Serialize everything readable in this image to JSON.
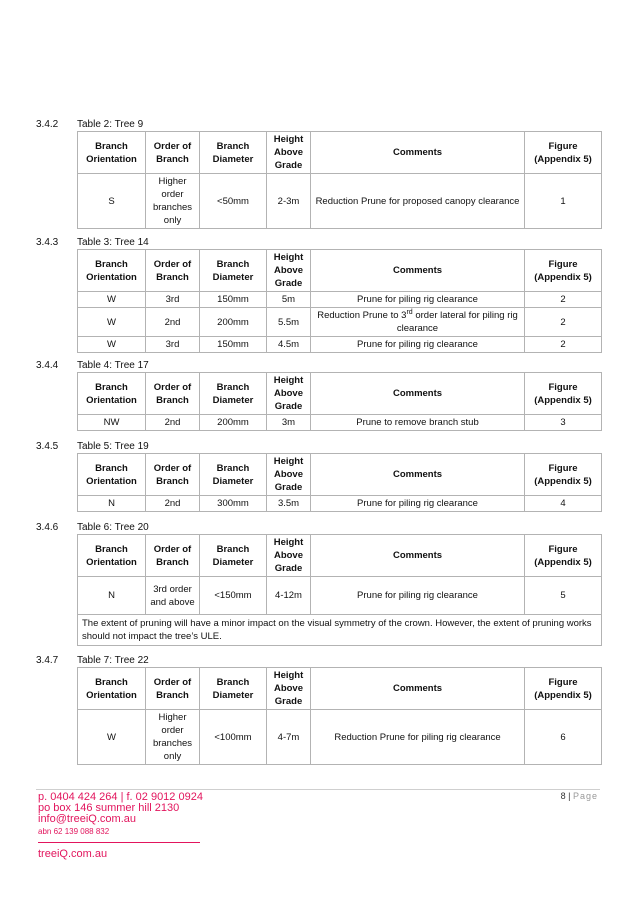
{
  "headers": [
    "Branch Orientation",
    "Order of Branch",
    "Branch Diameter",
    "Height Above Grade",
    "Comments",
    "Figure (Appendix 5)"
  ],
  "sections": [
    {
      "number": "3.4.2",
      "title": "Table 2: Tree 9",
      "rows": [
        [
          "S",
          "Higher order branches only",
          "<50mm",
          "2-3m",
          "Reduction Prune for proposed canopy clearance",
          "1"
        ]
      ],
      "note": ""
    },
    {
      "number": "3.4.3",
      "title": "Table 3: Tree 14",
      "rows": [
        [
          "W",
          "3rd",
          "150mm",
          "5m",
          "Prune for piling rig clearance",
          "2"
        ],
        [
          "W",
          "2nd",
          "200mm",
          "5.5m",
          {
            "before": "Reduction Prune to 3",
            "sup": "rd",
            "after": " order lateral for piling rig clearance"
          },
          "2"
        ],
        [
          "W",
          "3rd",
          "150mm",
          "4.5m",
          "Prune for piling rig clearance",
          "2"
        ]
      ],
      "note": ""
    },
    {
      "number": "3.4.4",
      "title": "Table 4: Tree 17",
      "rows": [
        [
          "NW",
          "2nd",
          "200mm",
          "3m",
          "Prune to remove branch stub",
          "3"
        ]
      ],
      "note": ""
    },
    {
      "number": "3.4.5",
      "title": "Table 5: Tree 19",
      "rows": [
        [
          "N",
          "2nd",
          "300mm",
          "3.5m",
          "Prune for piling rig clearance",
          "4"
        ]
      ],
      "note": ""
    },
    {
      "number": "3.4.6",
      "title": "Table 6: Tree 20",
      "rows": [
        [
          "N",
          "3rd order and above",
          "<150mm",
          "4-12m",
          "Prune for piling rig clearance",
          "5"
        ]
      ],
      "note": "The extent of pruning will have a minor impact on the visual symmetry of the crown. However, the extent of pruning works should not impact the tree’s ULE."
    },
    {
      "number": "3.4.7",
      "title": "Table 7: Tree 22",
      "rows": [
        [
          "W",
          "Higher order branches only",
          "<100mm",
          "4-7m",
          "Reduction Prune for piling rig clearance",
          "6"
        ]
      ],
      "note": ""
    }
  ],
  "footer": {
    "page_number": "8",
    "page_sep": " | ",
    "page_word": "Page",
    "phone_fax": "p. 0404 424 264 | f. 02 9012 0924",
    "po_box": "po box 146 summer hill 2130",
    "email": "info@treeiQ.com.au",
    "abn": "abn 62 139 088 832",
    "website": "treeiQ.com.au"
  },
  "colors": {
    "brand": "#e2155d",
    "border": "#b3b3b3"
  }
}
